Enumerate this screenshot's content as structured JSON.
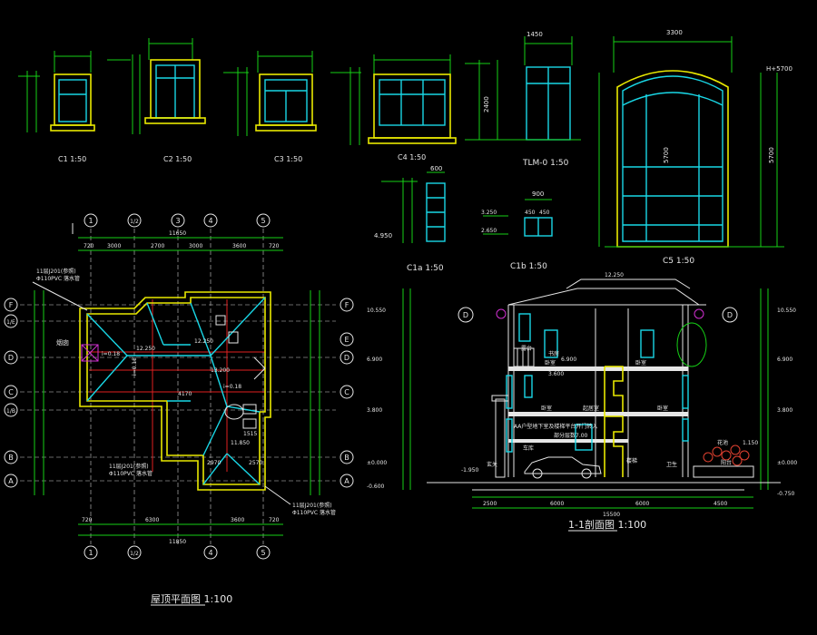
{
  "details": {
    "c1": "C1 1:50",
    "c2": "C2 1:50",
    "c3": "C3 1:50",
    "c4": "C4 1:50",
    "tlm": "TLM-0 1:50",
    "c1a": "C1a 1:50",
    "c1b": "C1b 1:50",
    "c5": "C5 1:50",
    "tlm_top": "1450",
    "tlm_h": "2400",
    "c5_top": "3300",
    "c5_h": "5700",
    "c5_side": "5700",
    "c5_level": "H+5700",
    "c1b_a": "450",
    "c1b_b": "450",
    "c1b_w": "900",
    "c1a_w": "600",
    "lvl_3250": "3.250",
    "lvl_2650": "2.650",
    "lvl_4950": "4.950"
  },
  "plan": {
    "title": "屋顶平面图 1:100",
    "axes_top": [
      "1",
      "1/2",
      "3",
      "4",
      "5"
    ],
    "axes_left": [
      "F",
      "1/E",
      "D",
      "C",
      "1/B",
      "B",
      "A"
    ],
    "axes_right": [
      "F",
      "E",
      "D",
      "C",
      "B",
      "A"
    ],
    "dims_top": [
      "720",
      "3000",
      "2700",
      "3000",
      "3600",
      "720"
    ],
    "overall_top": "11650",
    "dims_bottom": [
      "720",
      "6300",
      "3600",
      "720"
    ],
    "overall_bottom": "11850",
    "annotation_1": "11层J201(参照)",
    "annotation_1b": "Φ110PVC 落水管",
    "annotation_2": "11层J201(参照)",
    "annotation_2b": "Φ110PVC 落水管",
    "annotation_3": "11层J201(参照)",
    "annotation_3b": "Φ110PVC 落水管",
    "chimney": "烟囱",
    "slope_a": "i=0.18",
    "slope_b": "i=0.18",
    "slope_c": "i=0.18",
    "elev_a": "12.250",
    "elev_b": "12.250",
    "elev_c": "13.200",
    "elev_d": "11.850",
    "dim_4170": "4170",
    "dim_1515": "1515",
    "dim_2970": "2970",
    "dim_2570": "2570"
  },
  "section": {
    "title": "1-1剖面图 1:100",
    "overall": "15500",
    "dims_bottom": [
      "2500",
      "6000",
      "6000",
      "4500"
    ],
    "top_elev": "12.250",
    "axis_left": "D",
    "axis_right": "D",
    "room_1": "卧室",
    "room_2": "卧室",
    "room_3": "卧室",
    "room_4": "卧室",
    "room_5": "起居室",
    "room_6": "车库",
    "room_7": "露台",
    "room_8": "玄关",
    "room_9": "楼梯",
    "room_10": "书房",
    "room_11": "阳台",
    "room_12": "卫生",
    "note": "AA户型地下室及楼梯平台开门转入",
    "note2": "部分层数7.00",
    "note3": "花池",
    "lvl_left": [
      "10.550",
      "6.900",
      "3.800",
      "±0.000",
      "-0.600"
    ],
    "lvl_right": [
      "10.550",
      "6.900",
      "3.800",
      "±0.000",
      "-0.750"
    ],
    "lvl_inner": [
      "3.600",
      "6.900"
    ],
    "lvl_ground": "-1.950",
    "lvl_door": "1.150"
  }
}
